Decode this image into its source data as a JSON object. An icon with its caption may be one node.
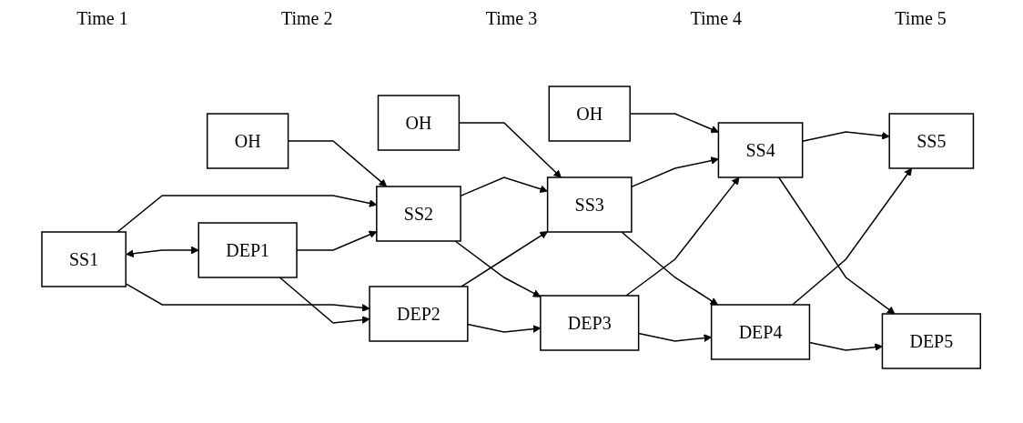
{
  "diagram": {
    "nodes": [
      {
        "text": [
          "OH"
        ]
      },
      {
        "text": [
          "SS1"
        ]
      },
      {
        "text": [
          "DEP1"
        ]
      },
      {
        "text": [
          "OH"
        ]
      },
      {
        "text": [
          "SS2"
        ]
      },
      {
        "text": [
          "DEP2"
        ]
      },
      {
        "text": [
          "OH"
        ]
      },
      {
        "text": [
          "SS3"
        ]
      },
      {
        "text": [
          "DEP3"
        ]
      },
      {
        "text": [
          "SS4"
        ]
      },
      {
        "text": [
          "DEP4"
        ]
      },
      {
        "text": [
          "SS5"
        ]
      },
      {
        "text": [
          "DEP5"
        ]
      }
    ],
    "edges": [
      {
        "from": 1,
        "to": 2,
        "arrow": "both"
      },
      {
        "from": 0,
        "to": 4,
        "arrow": "to"
      },
      {
        "from": 1,
        "to": 4,
        "arrow": "to"
      },
      {
        "from": 1,
        "to": 5,
        "arrow": "to"
      },
      {
        "from": 2,
        "to": 4,
        "arrow": "to"
      },
      {
        "from": 2,
        "to": 5,
        "arrow": "to"
      },
      {
        "from": 3,
        "to": 7,
        "arrow": "to"
      },
      {
        "from": 4,
        "to": 7,
        "arrow": "to"
      },
      {
        "from": 4,
        "to": 8,
        "arrow": "to"
      },
      {
        "from": 5,
        "to": 7,
        "arrow": "to"
      },
      {
        "from": 5,
        "to": 8,
        "arrow": "to"
      },
      {
        "from": 6,
        "to": 9,
        "arrow": "to"
      },
      {
        "from": 7,
        "to": 9,
        "arrow": "to"
      },
      {
        "from": 7,
        "to": 10,
        "arrow": "to"
      },
      {
        "from": 8,
        "to": 9,
        "arrow": "to"
      },
      {
        "from": 8,
        "to": 10,
        "arrow": "to"
      },
      {
        "from": 9,
        "to": 11,
        "arrow": "to"
      },
      {
        "from": 9,
        "to": 12,
        "arrow": "to"
      },
      {
        "from": 10,
        "to": 11,
        "arrow": "to"
      },
      {
        "from": 10,
        "to": 12,
        "arrow": "to"
      }
    ],
    "labels": [
      "Time 1",
      "Time 2",
      "Time 3",
      "Time 4",
      "Time 5"
    ]
  }
}
